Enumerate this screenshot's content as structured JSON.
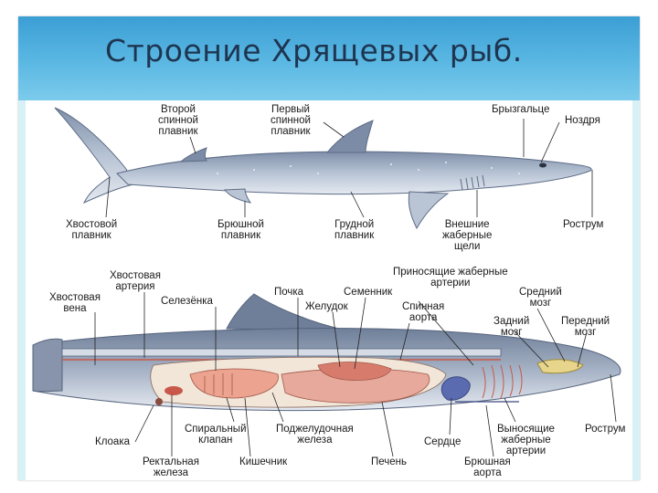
{
  "title": "Строение Хрящевых рыб.",
  "top_labels": {
    "second_dorsal_fin": "Второй\nспинной\nплавник",
    "first_dorsal_fin": "Первый\nспинной\nплавник",
    "spiracle": "Брызгальце",
    "nostril": "Ноздря",
    "caudal_fin": "Хвостовой\nплавник",
    "pelvic_fin": "Брюшной\nплавник",
    "pectoral_fin": "Грудной\nплавник",
    "external_gill_slits": "Внешние\nжаберные\nщели",
    "rostrum": "Рострум"
  },
  "bottom_labels": {
    "caudal_artery": "Хвостовая\nартерия",
    "caudal_vein": "Хвостовая\nвена",
    "spleen": "Селезёнка",
    "kidney": "Почка",
    "testis": "Семенник",
    "stomach": "Желудок",
    "afferent_gill_arteries": "Приносящие жаберные\nартерии",
    "dorsal_aorta": "Спинная\nаорта",
    "midbrain": "Средний\nмозг",
    "hindbrain": "Задний\nмозг",
    "forebrain": "Передний\nмозг",
    "cloaca": "Клоака",
    "spiral_valve": "Спиральный\nклапан",
    "pancreas": "Поджелудочная\nжелеза",
    "heart": "Сердце",
    "efferent_gill_arteries": "Выносящие\nжаберные\nартерии",
    "rostrum": "Рострум",
    "rectal_gland": "Ректальная\nжелеза",
    "intestine": "Кишечник",
    "liver": "Печень",
    "ventral_aorta": "Брюшная\nаорта"
  },
  "colors": {
    "title_bar": "#4aa8dc",
    "slide_bg": "#d8f1f7",
    "shark_body": "#a6b4c8",
    "shark_dark": "#6f7f99",
    "organ_red": "#c8584a",
    "liver": "#e7a99b",
    "heart": "#5b6bb0"
  }
}
